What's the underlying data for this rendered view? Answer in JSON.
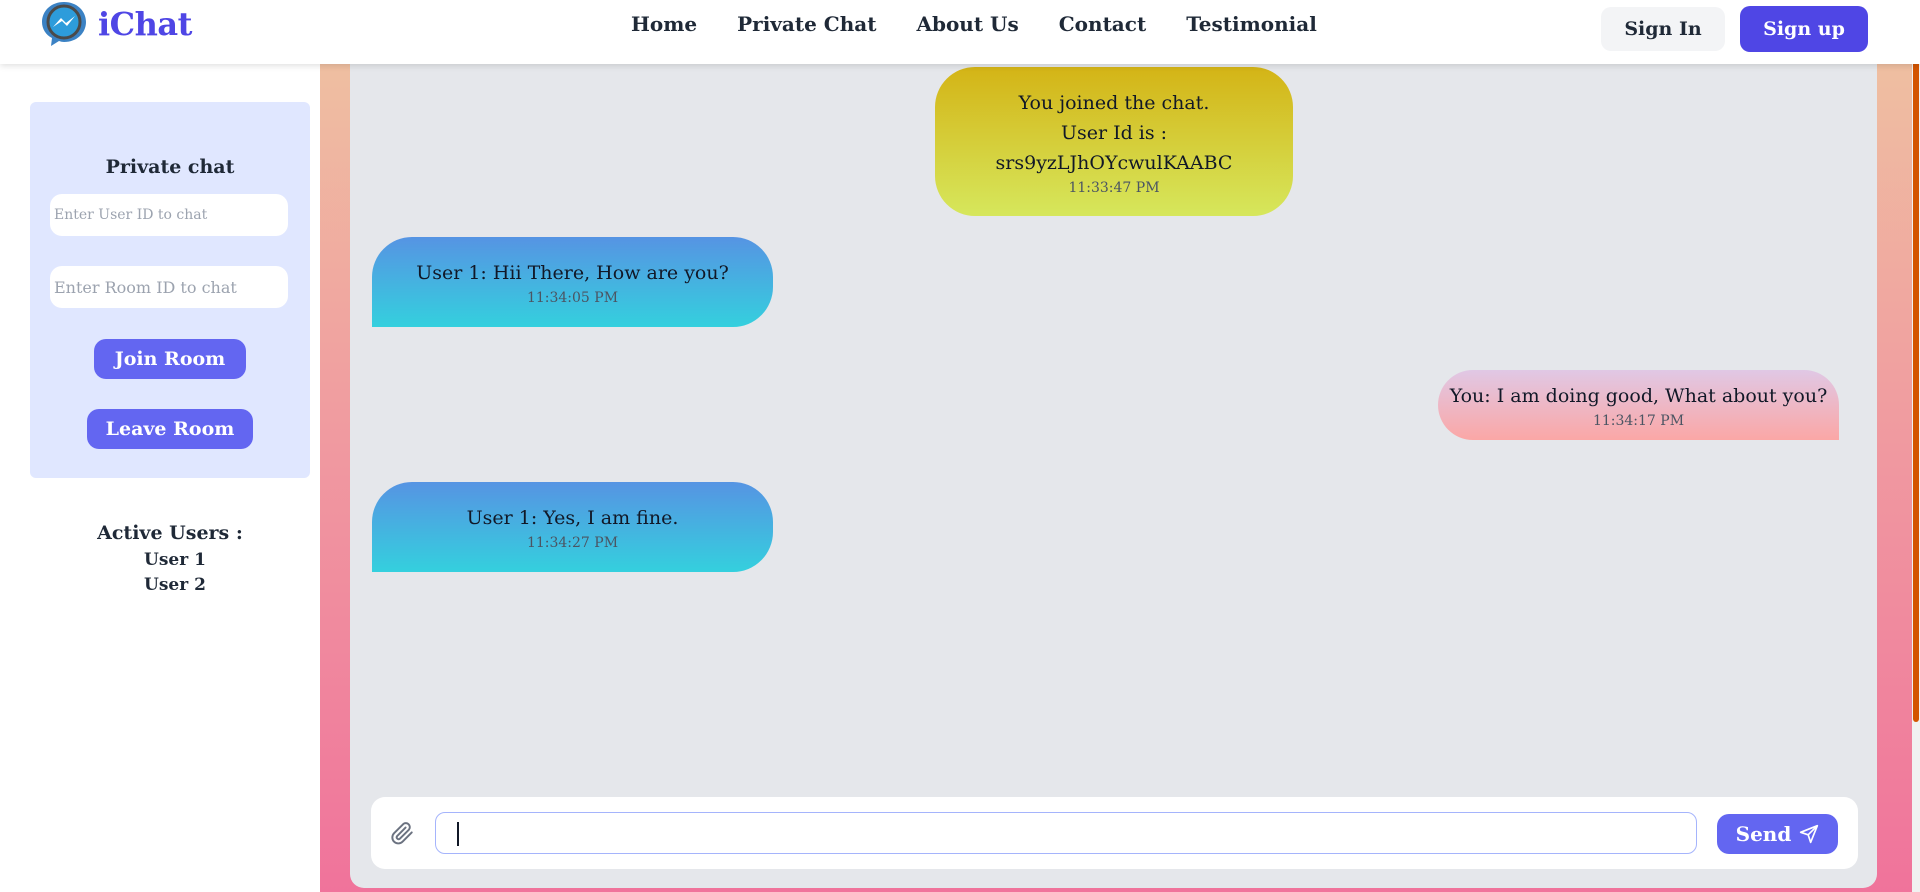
{
  "navbar": {
    "brand": "iChat",
    "links": [
      "Home",
      "Private Chat",
      "About Us",
      "Contact",
      "Testimonial"
    ],
    "sign_in": "Sign In",
    "sign_up": "Sign up"
  },
  "sidebar": {
    "private_title": "Private chat",
    "user_id_placeholder": "Enter User ID to chat",
    "room_id_placeholder": "Enter Room ID to chat",
    "join_button": "Join Room",
    "leave_button": "Leave Room",
    "active_users_title": "Active Users :",
    "active_users": [
      "User 1",
      "User 2"
    ]
  },
  "messages": [
    {
      "kind": "system",
      "lines": [
        "You joined the chat.",
        "User Id is :",
        "srs9yzLJhOYcwulKAABC"
      ],
      "time": "11:33:47 PM"
    },
    {
      "kind": "incoming",
      "text": "User 1: Hii There, How are you?",
      "time": "11:34:05 PM"
    },
    {
      "kind": "outgoing",
      "text": "You: I am doing good, What about you?",
      "time": "11:34:17 PM"
    },
    {
      "kind": "incoming",
      "text": "User 1: Yes, I am fine.",
      "time": "11:34:27 PM"
    }
  ],
  "composer": {
    "value": "",
    "send_label": "Send",
    "attach_icon": "paperclip-icon",
    "send_icon": "paper-plane-icon"
  },
  "colors": {
    "brand": "#4f46e5",
    "button": "#6366f1",
    "card": "#e0e7ff",
    "chat_bg": "#e5e7eb",
    "scroll_thumb": "#d35400"
  }
}
